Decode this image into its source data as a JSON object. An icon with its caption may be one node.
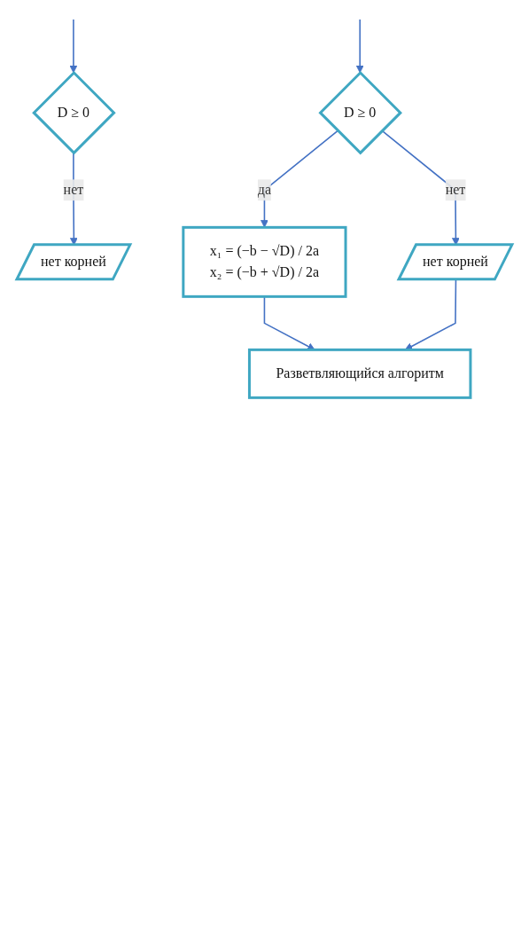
{
  "diagram": {
    "nodes": [
      {
        "text": [
          "D ≥ 0"
        ]
      },
      {
        "text": [
          "нет корней"
        ]
      },
      {
        "text": [
          "D ≥ 0"
        ]
      },
      {
        "text": [
          "x₁ = (−b − √D) / 2a",
          "x₂ = (−b + √D) / 2a"
        ]
      },
      {
        "text": [
          "нет корней"
        ]
      },
      {
        "text": [
          "Разветвляющийся алгоритм"
        ]
      }
    ],
    "edges": [
      {
        "from": null,
        "to": 0,
        "arrow": "to"
      },
      {
        "from": 0,
        "to": 1,
        "label": "нет",
        "arrow": "to"
      },
      {
        "from": null,
        "to": 2,
        "arrow": "to"
      },
      {
        "from": 2,
        "to": 3,
        "label": "да",
        "arrow": "to"
      },
      {
        "from": 2,
        "to": 4,
        "label": "нет",
        "arrow": "to"
      },
      {
        "from": 3,
        "to": 5,
        "arrow": "to"
      },
      {
        "from": 4,
        "to": 5,
        "arrow": "to"
      }
    ]
  }
}
